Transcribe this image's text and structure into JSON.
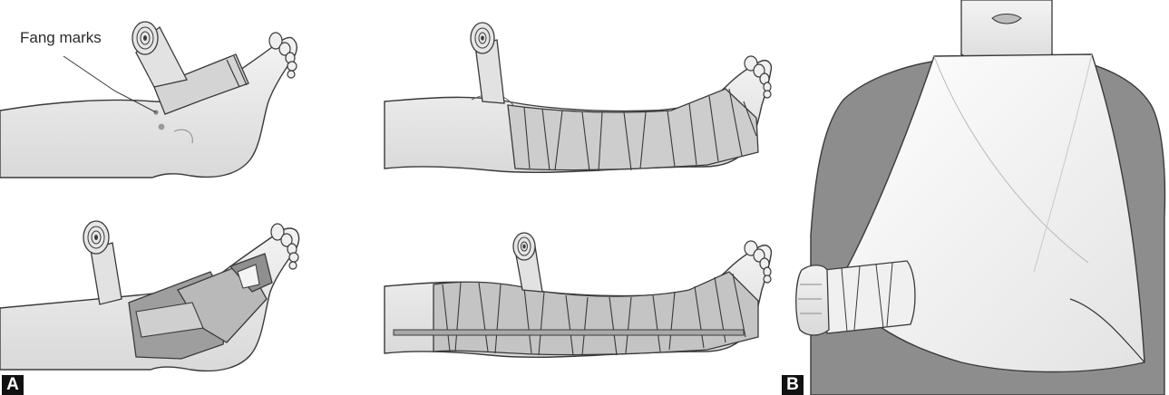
{
  "figure": {
    "panels": [
      {
        "id": "A",
        "label": "A"
      },
      {
        "id": "B",
        "label": "B"
      }
    ],
    "annotations": {
      "fang_marks": "Fang marks"
    },
    "colors": {
      "skin": "#ececec",
      "skin_shade": "#d4d4d4",
      "bandage": "#bdbdbd",
      "bandage_light": "#d8d8d8",
      "outline": "#3a3a3a",
      "sleeve": "#8d8d8d",
      "sling": "#f4f4f4",
      "splint": "#a8a8a8"
    }
  }
}
